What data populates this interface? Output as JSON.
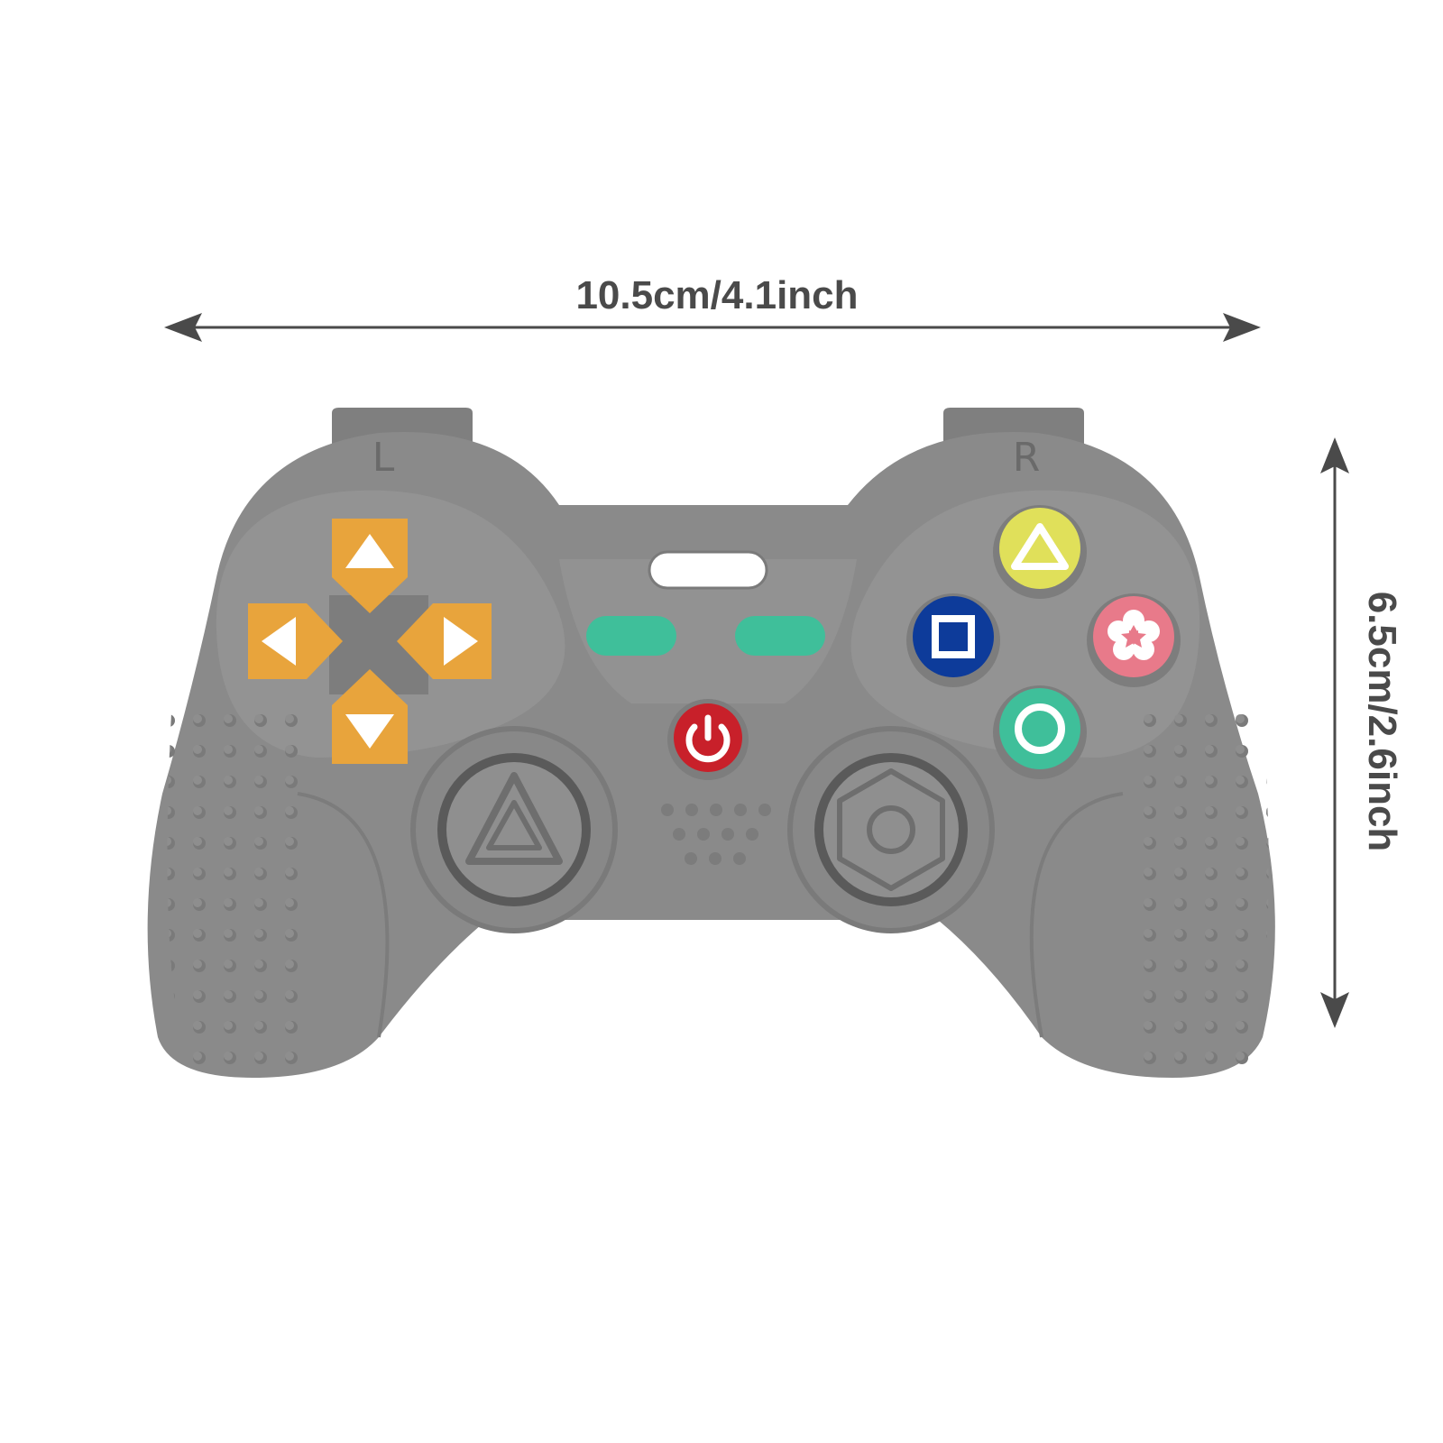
{
  "dimensions": {
    "width_label": "10.5cm/4.1inch",
    "height_label": "6.5cm/2.6inch"
  },
  "controller": {
    "left_trigger_label": "L",
    "right_trigger_label": "R",
    "body_color": "#8a8a8a",
    "dpad_color": "#e8a43c",
    "center_button_color": "#3fbf9a",
    "power_button_color": "#c8202a",
    "face_buttons": [
      {
        "name": "triangle",
        "color": "#e0e05a"
      },
      {
        "name": "square",
        "color": "#0d3b9a"
      },
      {
        "name": "flower",
        "color": "#e87a8a"
      },
      {
        "name": "circle",
        "color": "#3fbf9a"
      }
    ]
  }
}
